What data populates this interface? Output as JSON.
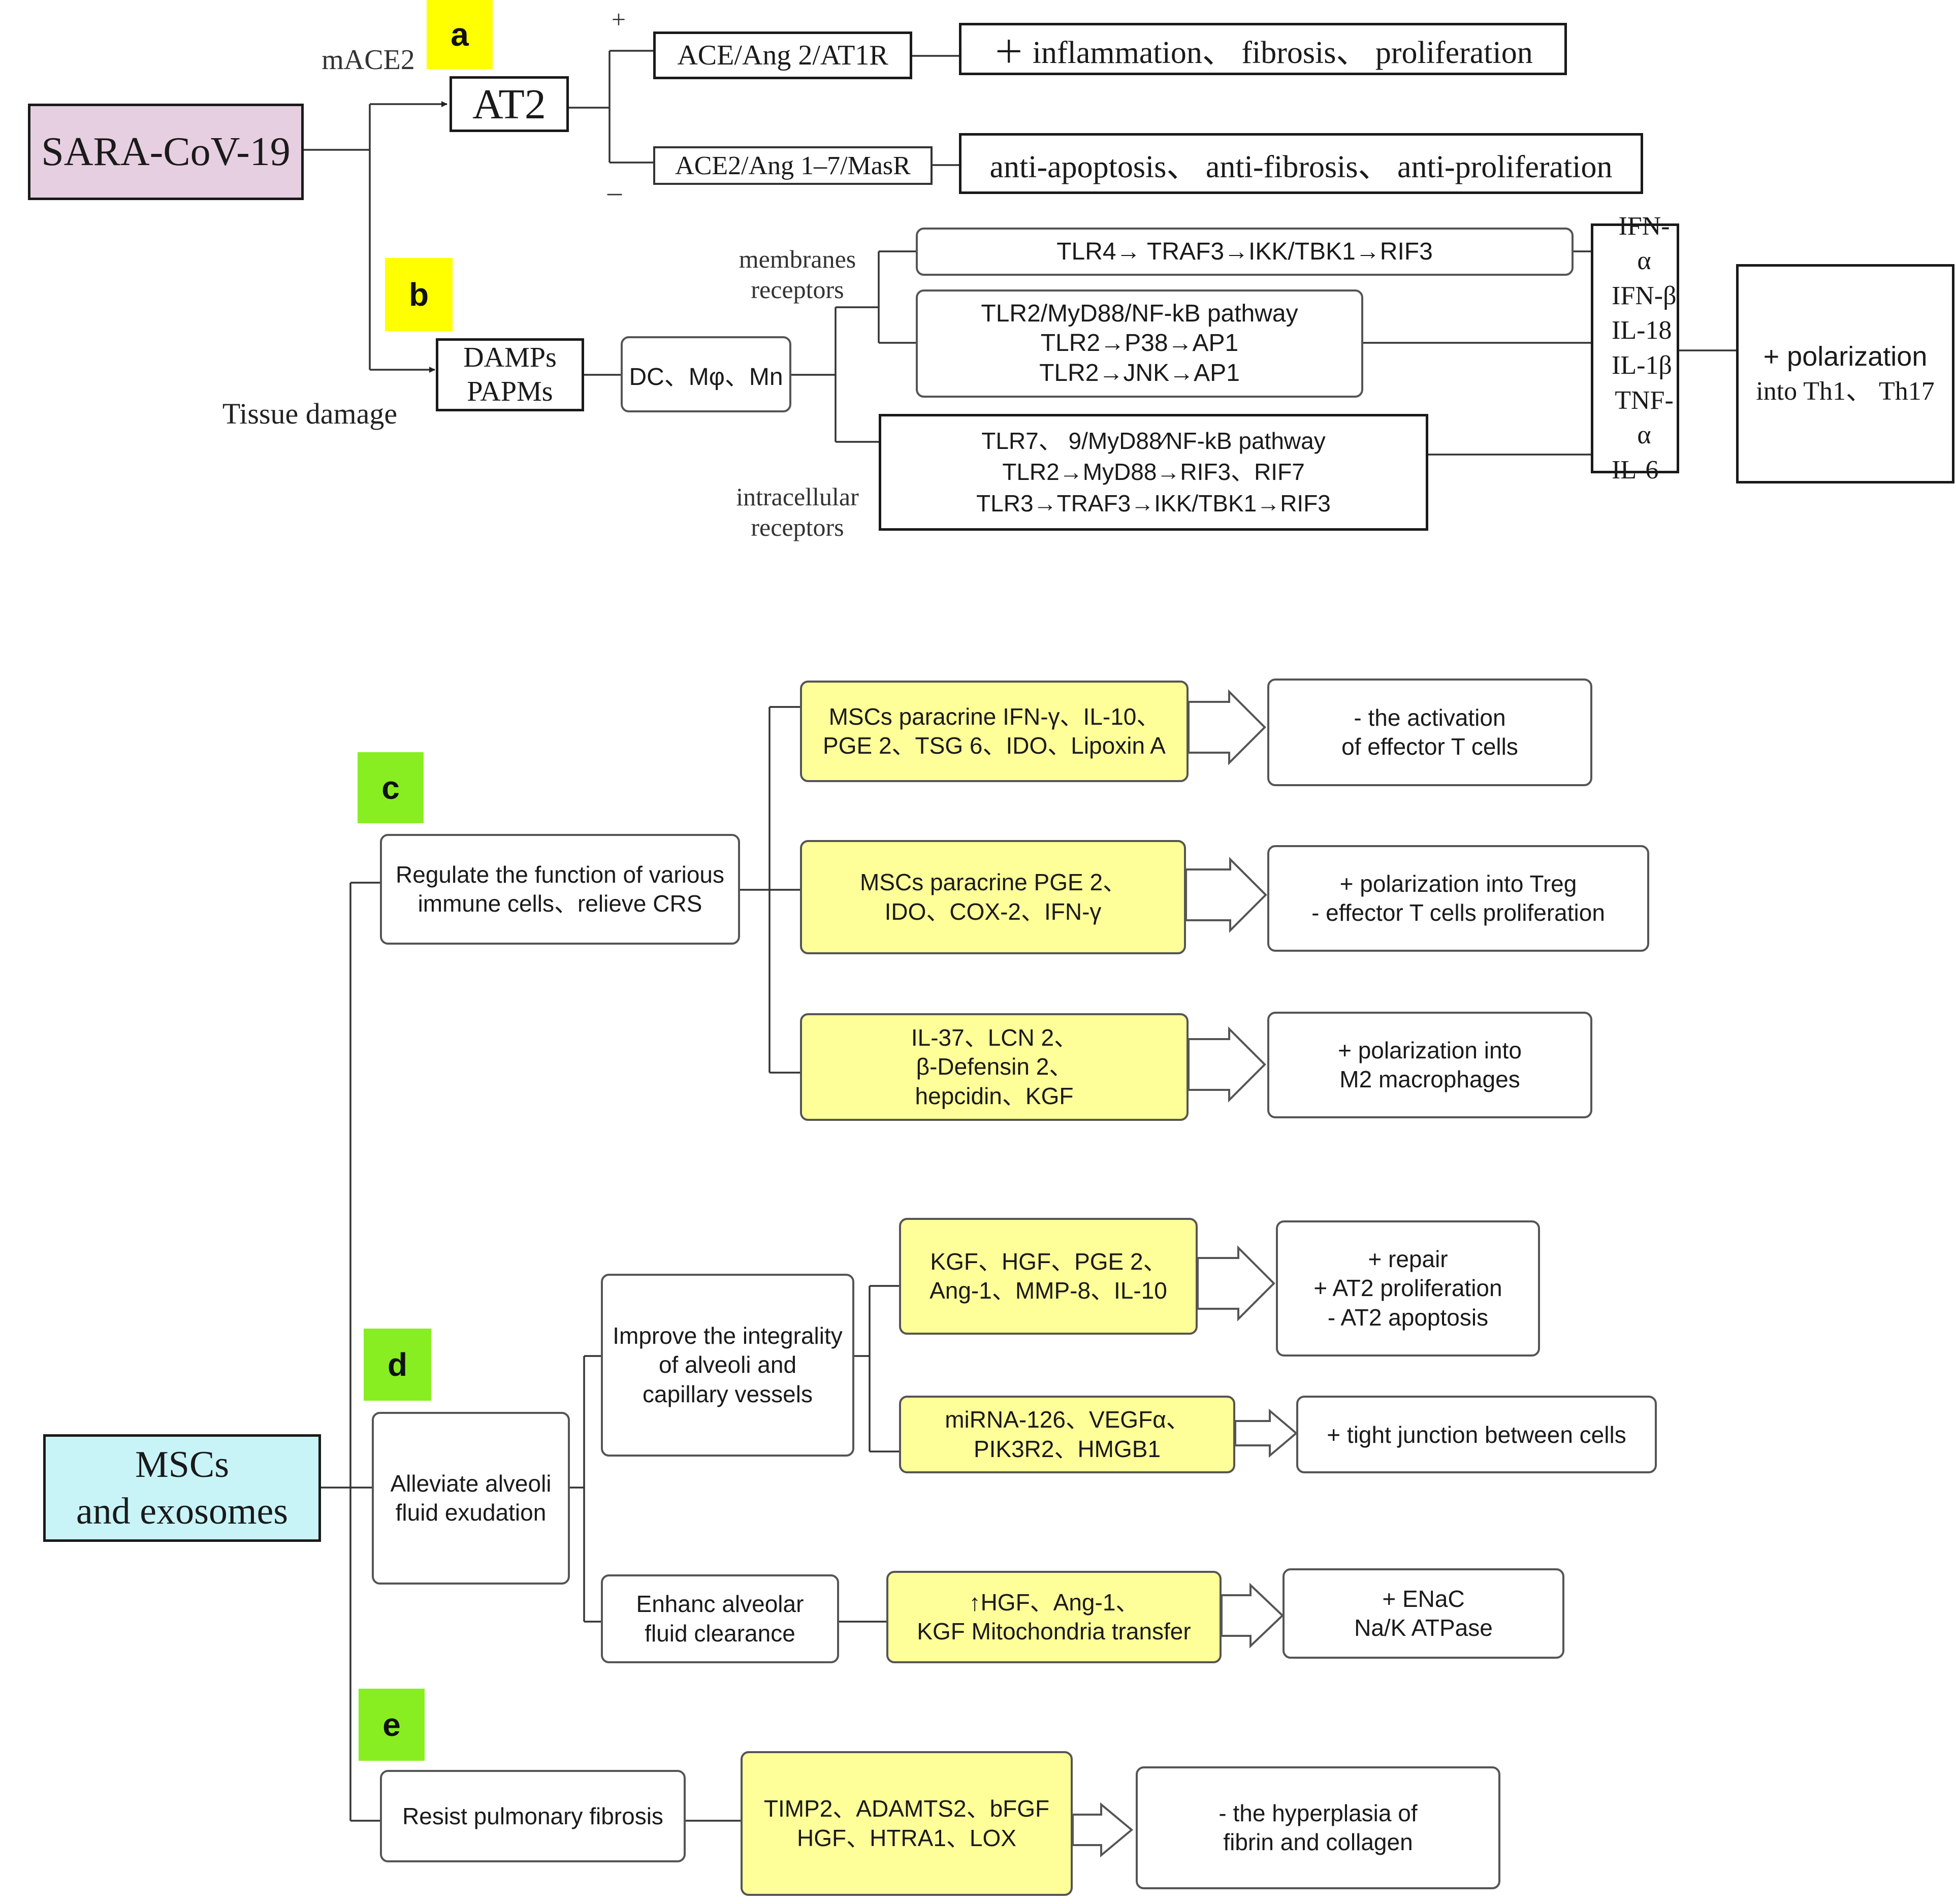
{
  "panel_a": {
    "tag": "a",
    "virus": "SARA-CoV-19",
    "receptor_label": "mACE2",
    "target_cell": "AT2",
    "plus_sign": "+",
    "minus_sign": "–",
    "pathway_pos": "ACE/Ang 2/AT1R",
    "effect_pos": "＋ inflammation、 fibrosis、 proliferation",
    "pathway_neg": "ACE2/Ang 1–7/MasR",
    "effect_neg": "anti-apoptosis、 anti-fibrosis、 anti-proliferation"
  },
  "panel_b": {
    "tag": "b",
    "tissue_damage": "Tissue damage",
    "damps_lines": [
      "DAMPs",
      "PAPMs"
    ],
    "cells": "DC、Mφ、Mn",
    "membranes_receptors_lines": [
      "membranes",
      "receptors"
    ],
    "intracellular_receptors_lines": [
      "intracellular",
      "receptors"
    ],
    "tlr4_pathway": "TLR4→ TRAF3→IKK/TBK1→RIF3",
    "tlr2_lines": [
      "TLR2/MyD88/NF-kB pathway",
      "TLR2→P38→AP1",
      "TLR2→JNK→AP1"
    ],
    "tlr7_lines": [
      "TLR7、 9/MyD88⁄NF-kB pathway",
      "TLR2→MyD88→RIF3、RIF7",
      "TLR3→TRAF3→IKK/TBK1→RIF3"
    ],
    "cytokines": [
      "IFN-α",
      "IFN-β",
      "IL-18",
      "IL-1β",
      "TNF-α",
      "IL-6"
    ],
    "polarization_lines": [
      "+ polarization",
      "into Th1、 Th17"
    ]
  },
  "panel_msc": {
    "root_lines": [
      "MSCs",
      "and exosomes"
    ],
    "tag_c": "c",
    "tag_d": "d",
    "tag_e": "e",
    "branch_c_lines": [
      "Regulate the function of various",
      "immune cells、relieve CRS"
    ],
    "c1_factors": [
      "MSCs paracrine IFN-γ、IL-10、",
      "PGE 2、TSG 6、IDO、Lipoxin A"
    ],
    "c1_effect": [
      "- the activation",
      "of effector T cells"
    ],
    "c2_factors": [
      "MSCs paracrine PGE 2、",
      "IDO、COX-2、IFN-γ"
    ],
    "c2_effect": [
      "+ polarization into Treg",
      "- effector T cells proliferation"
    ],
    "c3_factors": [
      "IL-37、LCN 2、",
      "β-Defensin 2、",
      "hepcidin、KGF"
    ],
    "c3_effect": [
      "+ polarization into",
      "M2 macrophages"
    ],
    "branch_d_lines": [
      "Alleviate alveoli",
      "fluid exudation"
    ],
    "d_sub1_lines": [
      "Improve the integrality",
      "of alveoli and",
      "capillary vessels"
    ],
    "d1_factors": [
      "KGF、HGF、PGE 2、",
      "Ang-1、MMP-8、IL-10"
    ],
    "d1_effect": [
      "+ repair",
      "+ AT2 proliferation",
      "- AT2 apoptosis"
    ],
    "d2_factors": [
      "miRNA-126、VEGFα、",
      "PIK3R2、HMGB1"
    ],
    "d2_effect": "+ tight junction between cells",
    "d_sub2_lines": [
      "Enhanc alveolar",
      "fluid clearance"
    ],
    "d3_factors": [
      "↑HGF、Ang-1、",
      "KGF Mitochondria transfer"
    ],
    "d3_effect": [
      "+ ENaC",
      "Na/K ATPase"
    ],
    "branch_e": "Resist pulmonary fibrosis",
    "e_factors": [
      "TIMP2、ADAMTS2、bFGF",
      "HGF、HTRA1、LOX"
    ],
    "e_effect": [
      "- the hyperplasia of",
      "fibrin and collagen"
    ]
  },
  "colors": {
    "virus_fill": "#e6cfe0",
    "root_fill": "#c8f4f8",
    "factor_fill": "#ffff99",
    "tag_yellow": "#ffff00",
    "tag_green": "#88ee22"
  }
}
